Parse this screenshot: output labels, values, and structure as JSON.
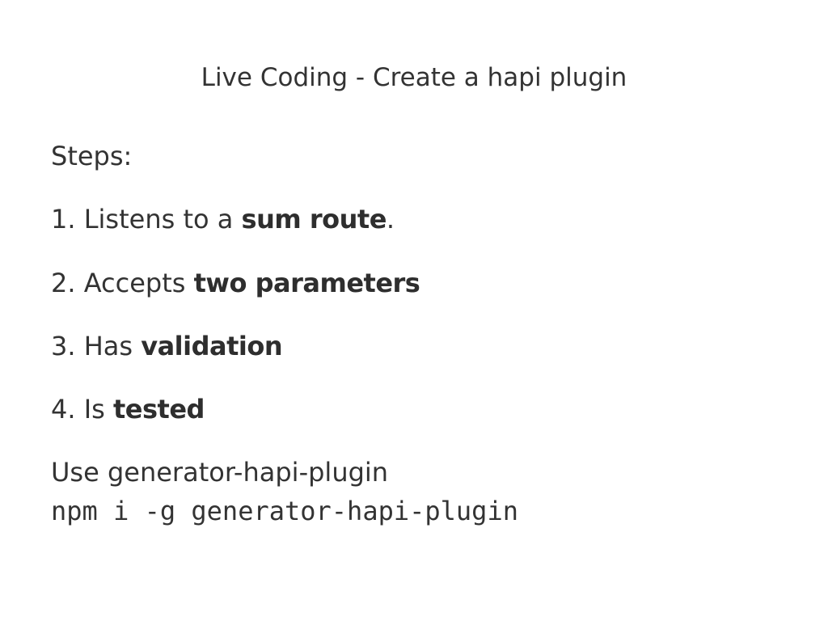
{
  "slide": {
    "title": "Live Coding - Create a hapi plugin",
    "steps_label": "Steps:",
    "steps": [
      {
        "prefix": "1. Listens to a ",
        "bold": "sum route",
        "suffix": "."
      },
      {
        "prefix": "2. Accepts ",
        "bold": "two parameters",
        "suffix": ""
      },
      {
        "prefix": "3. Has ",
        "bold": "validation",
        "suffix": ""
      },
      {
        "prefix": "4. Is ",
        "bold": "tested",
        "suffix": ""
      }
    ],
    "use_text": "Use generator-hapi-plugin",
    "code": "npm i -g generator-hapi-plugin"
  },
  "colors": {
    "background": "#ffffff",
    "text": "#333333"
  }
}
